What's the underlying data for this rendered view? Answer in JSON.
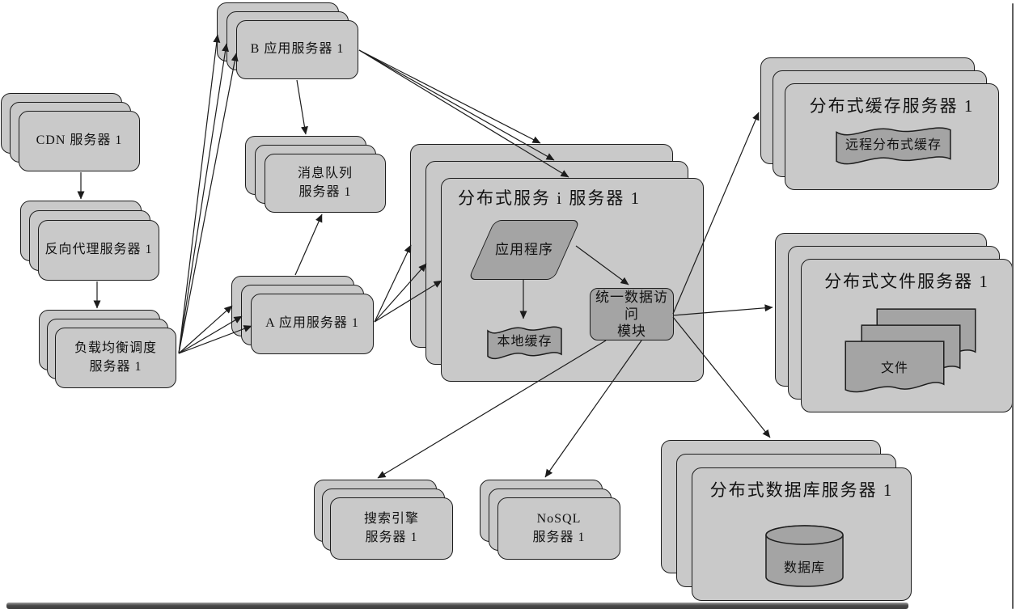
{
  "colors": {
    "box_fill": "#c9c9c9",
    "shape_fill": "#a4a4a4",
    "line": "#1c1c1c",
    "taskbar": "#4a4a4a",
    "window_edge": "#5f5f5f",
    "background": "#ffffff"
  },
  "nodes": {
    "cdn": {
      "label": "CDN 服务器 1"
    },
    "reverse_proxy": {
      "label": "反向代理服务器 1"
    },
    "load_balancer": {
      "label": "负载均衡调度\n服务器 1"
    },
    "app_server_b": {
      "label": "B 应用服务器 1"
    },
    "message_queue": {
      "label": "消息队列\n服务器 1"
    },
    "app_server_a": {
      "label": "A 应用服务器 1"
    },
    "distributed_service": {
      "title": "分布式服务 i 服务器 1",
      "application": "应用程序",
      "local_cache": "本地缓存",
      "data_access_module": "统一数据访问\n模块"
    },
    "cache_server": {
      "title": "分布式缓存服务器 1",
      "remote_cache": "远程分布式缓存"
    },
    "file_server": {
      "title": "分布式文件服务器 1",
      "file": "文件"
    },
    "db_server": {
      "title": "分布式数据库服务器 1",
      "database": "数据库"
    },
    "search_server": {
      "label": "搜索引擎\n服务器 1"
    },
    "nosql_server": {
      "label": "NoSQL\n服务器 1"
    }
  }
}
